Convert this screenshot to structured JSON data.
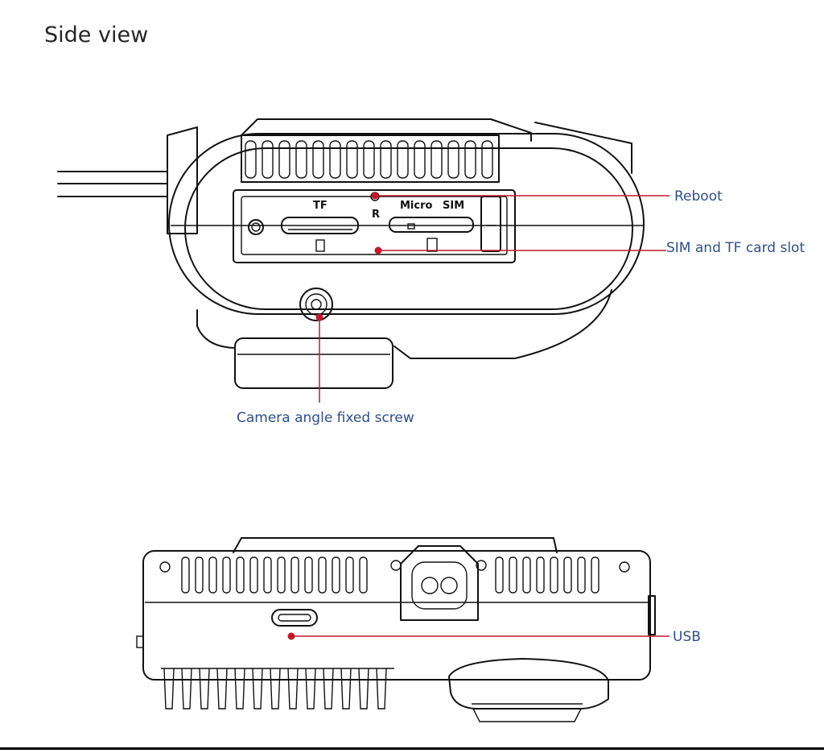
{
  "title": "Side view",
  "panel": {
    "tf_label": "TF",
    "micro_label": "Micro",
    "sim_label": "SIM",
    "reset_label": "R"
  },
  "callouts": {
    "reboot": "Reboot",
    "sim_tf_slot": "SIM and TF card slot",
    "camera_screw": "Camera angle fixed screw",
    "usb": "USB"
  },
  "colors": {
    "callout_text": "#2f4f8a",
    "leader_line": "#c0182a",
    "outline": "#111111"
  }
}
